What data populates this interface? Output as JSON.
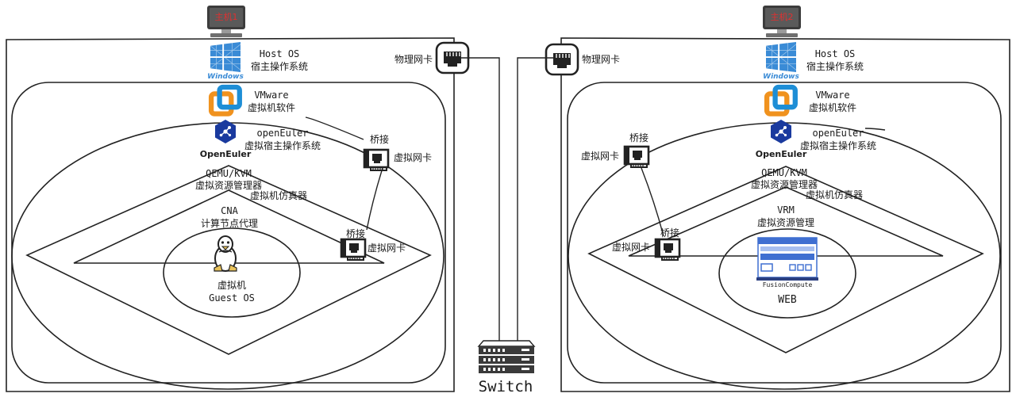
{
  "host1": {
    "monitor_label": "主机1",
    "host_os": {
      "title": "Host OS",
      "subtitle": "宿主操作系统",
      "logo_text": "Windows"
    },
    "vmware": {
      "title": "VMware",
      "subtitle": "虚拟机软件"
    },
    "openeuler": {
      "title": "openEuler",
      "subtitle": "虚拟宿主操作系统",
      "logo_text": "OpenEuler"
    },
    "qemu": {
      "title": "QEMU/KVM",
      "subtitle": "虚拟资源管理器",
      "note": "虚拟机仿真器"
    },
    "cna": {
      "title": "CNA",
      "subtitle": "计算节点代理"
    },
    "guest": {
      "title": "虚拟机",
      "subtitle": "Guest OS"
    },
    "physical_nic_label": "物理网卡",
    "bridge_nic_outer": {
      "bridge": "桥接",
      "nic": "虚拟网卡"
    },
    "bridge_nic_inner": {
      "bridge": "桥接",
      "nic": "虚拟网卡"
    }
  },
  "host2": {
    "monitor_label": "主机2",
    "host_os": {
      "title": "Host OS",
      "subtitle": "宿主操作系统",
      "logo_text": "Windows"
    },
    "vmware": {
      "title": "VMware",
      "subtitle": "虚拟机软件"
    },
    "openeuler": {
      "title": "openEuler",
      "subtitle": "虚拟宿主操作系统",
      "logo_text": "OpenEuler"
    },
    "qemu": {
      "title": "QEMU/KVM",
      "subtitle": "虚拟资源管理器",
      "note": "虚拟机仿真器"
    },
    "vrm": {
      "title": "VRM",
      "subtitle": "虚拟资源管理"
    },
    "fusion": {
      "logo_text": "FusionCompute",
      "title": "WEB"
    },
    "physical_nic_label": "物理网卡",
    "bridge_nic_outer": {
      "bridge": "桥接",
      "nic": "虚拟网卡"
    },
    "bridge_nic_inner": {
      "bridge": "桥接",
      "nic": "虚拟网卡"
    }
  },
  "switch": {
    "label": "Switch"
  },
  "colors": {
    "windows_blue": "#3a8bd6",
    "vmware_orange": "#f0921e",
    "vmware_blue": "#1e8ed6",
    "openeuler_blue": "#1a3a9e",
    "monitor_red": "#e03030",
    "fusion_blue": "#3f6fd1"
  }
}
